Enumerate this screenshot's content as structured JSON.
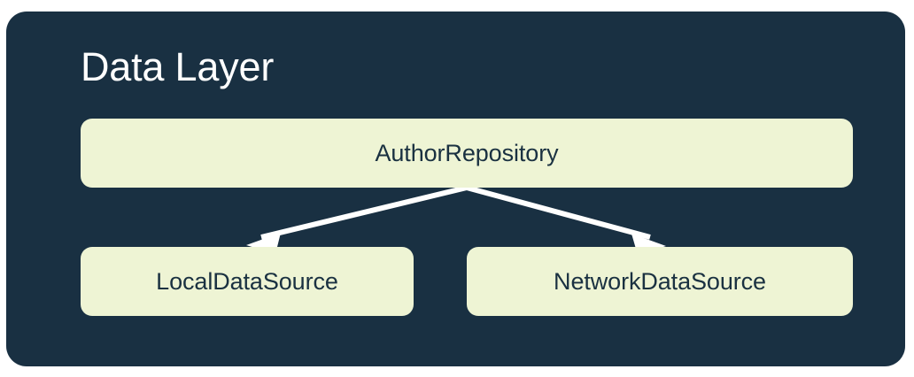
{
  "diagram": {
    "type": "layered-architecture-diagram",
    "layer": {
      "title": "Data Layer",
      "background_color": "#193042",
      "title_color": "#ffffff"
    },
    "node_style": {
      "fill_color": "#eef4d4",
      "text_color": "#1a3141"
    },
    "nodes": [
      {
        "id": "repository",
        "label": "AuthorRepository",
        "row": 0
      },
      {
        "id": "local",
        "label": "LocalDataSource",
        "row": 1
      },
      {
        "id": "network",
        "label": "NetworkDataSource",
        "row": 1
      }
    ],
    "edges": [
      {
        "from": "repository",
        "to": "local",
        "direction": "forward",
        "color": "#ffffff"
      },
      {
        "from": "repository",
        "to": "network",
        "direction": "forward",
        "color": "#ffffff"
      }
    ]
  }
}
